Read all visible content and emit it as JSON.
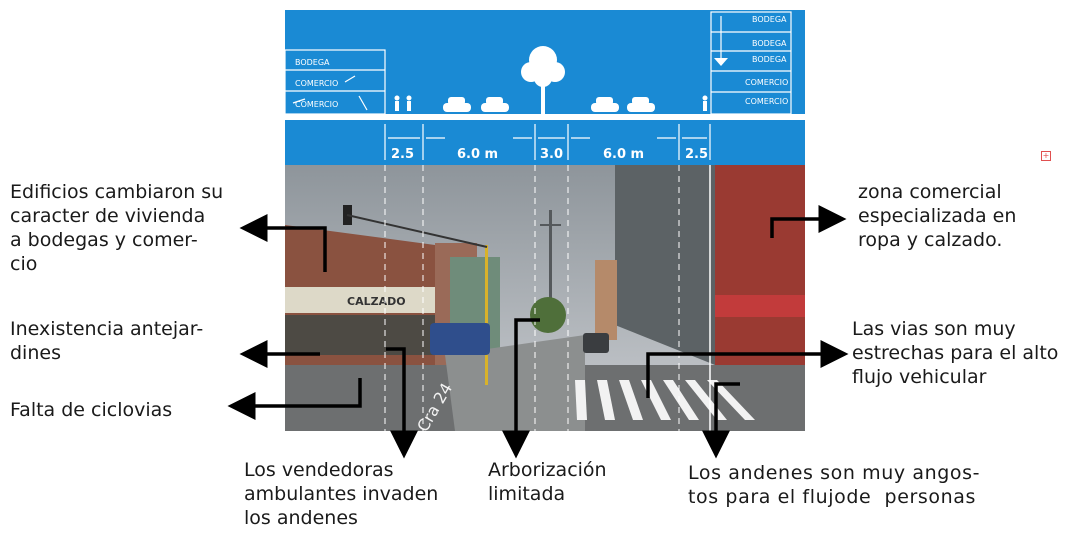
{
  "diagram": {
    "left_buildings": [
      "BODEGA",
      "COMERCIO",
      "COMERCIO"
    ],
    "right_buildings": [
      "BODEGA",
      "BODEGA",
      "BODEGA",
      "COMERCIO",
      "COMERCIO"
    ],
    "measurements": [
      "2.5",
      "6.0 m",
      "3.0",
      "6.0 m",
      "2.5"
    ]
  },
  "photo": {
    "signs": [
      "CALZADO",
      "Cra 24"
    ]
  },
  "annotations": {
    "edificios": "Edificios cambiaron su\ncaracter de vivienda\na bodegas y comer-\ncio",
    "antejardines": "Inexistencia antejar-\ndines",
    "ciclovias": "Falta de ciclovias",
    "vendedoras": "Los vendedoras\nambulantes invaden\nlos andenes",
    "arborizacion": "Arborización\nlimitada",
    "andenes": "Los andenes son muy angos-\ntos para el flujode  personas",
    "zona_comercial": "zona comercial\nespecializada en\nropa y calzado.",
    "vias": "Las vias son muy\nestrechas para el alto\nflujo vehicular"
  },
  "colors": {
    "diagram_blue": "#1a8ad4",
    "annotation_text": "#1a1a1a",
    "arrow": "#000000"
  }
}
